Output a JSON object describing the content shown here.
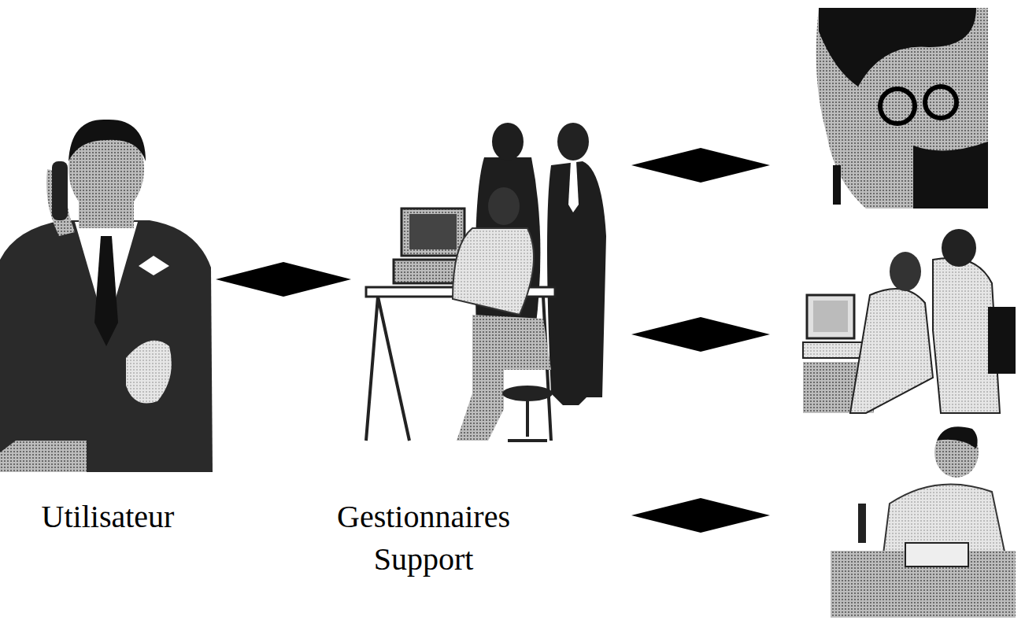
{
  "diagram": {
    "nodes": [
      {
        "text": [
          "Utilisateur"
        ]
      },
      {
        "text": [
          "Gestionnaires Support"
        ]
      }
    ],
    "edges": [
      {
        "from": 0,
        "to": 1,
        "arrow": "both"
      }
    ]
  }
}
